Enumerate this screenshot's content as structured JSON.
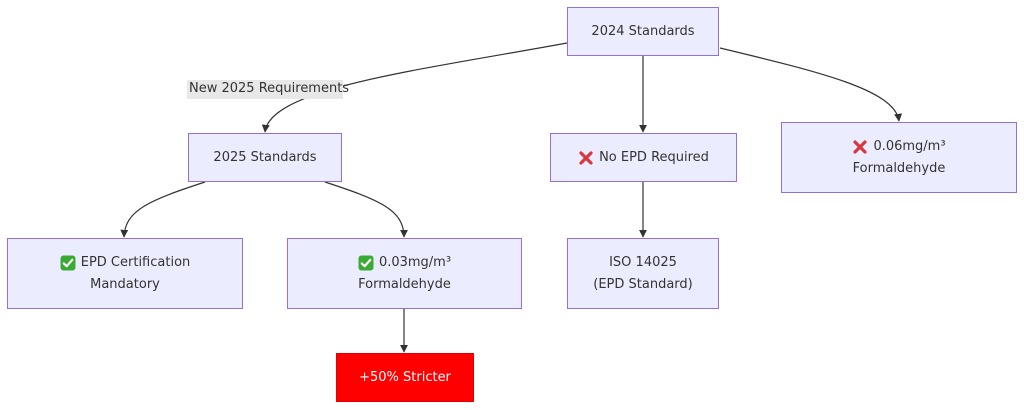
{
  "nodes": {
    "std2024": {
      "label": "2024 Standards"
    },
    "std2025": {
      "label": "2025 Standards"
    },
    "no_epd": {
      "icon": "cross-mark-icon",
      "label": "No EPD Required"
    },
    "form_006": {
      "icon": "cross-mark-icon",
      "line1": "0.06mg/m³",
      "line2": "Formaldehyde"
    },
    "epd_mandatory": {
      "icon": "check-mark-icon",
      "line1": "EPD Certification",
      "line2": "Mandatory"
    },
    "form_003": {
      "icon": "check-mark-icon",
      "line1": "0.03mg/m³",
      "line2": "Formaldehyde"
    },
    "iso": {
      "line1": "ISO 14025",
      "line2": "(EPD Standard)"
    },
    "stricter": {
      "label": "+50% Stricter"
    }
  },
  "edge_labels": {
    "to_2025": "New 2025 Requirements"
  },
  "colors": {
    "node_fill": "#ECECFF",
    "node_border": "#9370DB",
    "highlight_fill": "#FF0000",
    "edge": "#333333",
    "check_green": "#3AAA35",
    "cross_red": "#D9363E"
  }
}
